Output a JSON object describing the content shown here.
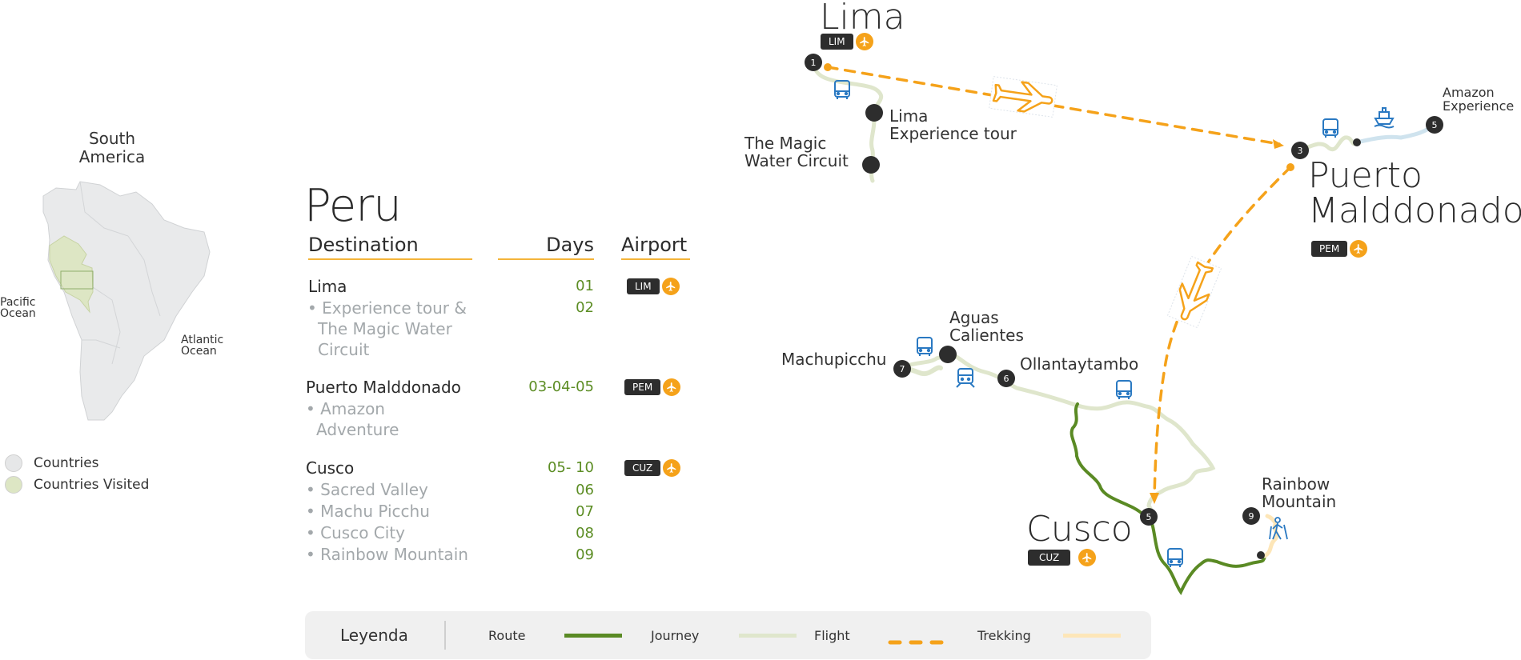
{
  "inset": {
    "title_line1": "South",
    "title_line2": "America",
    "pacific_line1": "Pacific",
    "pacific_line2": "Ocean",
    "atlantic_line1": "Atlantic",
    "atlantic_line2": "Ocean",
    "legend": [
      {
        "label": "Countries",
        "color": "#e6e7e8"
      },
      {
        "label": "Countries Visited",
        "color": "#dde6c4"
      }
    ],
    "visited_country": "Peru"
  },
  "itinerary": {
    "country": "Peru",
    "headers": {
      "destination": "Destination",
      "days": "Days",
      "airport": "Airport"
    },
    "groups": [
      {
        "destination": "Lima",
        "days": "01",
        "airport": "LIM",
        "items": [
          {
            "lines": [
              "• Experience tour &",
              "The Magic Water",
              "Circuit"
            ],
            "days": "02"
          }
        ]
      },
      {
        "destination": "Puerto Malddonado",
        "days": "03-04-05",
        "airport": "PEM",
        "items": [
          {
            "lines": [
              "• Amazon",
              "Adventure"
            ],
            "days": ""
          }
        ]
      },
      {
        "destination": "Cusco",
        "days": "05- 10",
        "airport": "CUZ",
        "items": [
          {
            "lines": [
              "• Sacred Valley"
            ],
            "days": "06"
          },
          {
            "lines": [
              "• Machu Picchu"
            ],
            "days": "07"
          },
          {
            "lines": [
              "• Cusco City"
            ],
            "days": "08"
          },
          {
            "lines": [
              "• Rainbow Mountain"
            ],
            "days": "09"
          }
        ]
      }
    ]
  },
  "legend": {
    "title": "Leyenda",
    "items": [
      {
        "label": "Route",
        "color": "#5a8a24",
        "style": "solid"
      },
      {
        "label": "Journey",
        "color": "#dfe6cc",
        "style": "solid"
      },
      {
        "label": "Flight",
        "color": "#f5a21a",
        "style": "dashed"
      },
      {
        "label": "Trekking",
        "color": "#fde6b8",
        "style": "solid"
      }
    ]
  },
  "map": {
    "colors": {
      "route": "#5a8a24",
      "journey": "#dfe6cc",
      "flight": "#f5a21a",
      "trekking": "#fde6b8",
      "river": "#cfe3ee",
      "stop": "#2d2d2d",
      "transport": "#2a79c2"
    },
    "cities": {
      "lima": {
        "name": "Lima",
        "airport": "LIM"
      },
      "puerto_line1": "Puerto",
      "puerto_line2": "Malddonado",
      "puerto_airport": "PEM",
      "cusco": {
        "name": "Cusco",
        "airport": "CUZ"
      }
    },
    "stops": [
      "1",
      "3",
      "5",
      "5",
      "6",
      "7",
      "9"
    ],
    "labels": {
      "lima_exp_line1": "Lima",
      "lima_exp_line2": "Experience tour",
      "magic_line1": "The Magic",
      "magic_line2": "Water Circuit",
      "amazon_line1": "Amazon",
      "amazon_line2": "Experience",
      "aguas_line1": "Aguas",
      "aguas_line2": "Calientes",
      "machupicchu": "Machupicchu",
      "ollantaytambo": "Ollantaytambo",
      "rainbow_line1": "Rainbow",
      "rainbow_line2": "Mountain"
    }
  }
}
